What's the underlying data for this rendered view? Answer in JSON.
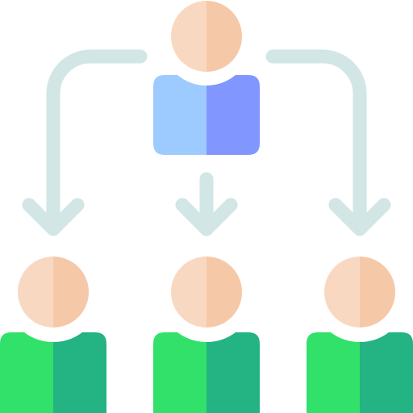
{
  "icon": {
    "name": "hierarchy-delegation-icon",
    "colors": {
      "skin_light": "#f9d8c2",
      "skin_shade": "#f5c8a8",
      "leader_body_light": "#9dcbff",
      "leader_body_shade": "#8296ff",
      "member_body_light": "#31e16a",
      "member_body_shade": "#24b383",
      "connector": "#d1e6e5"
    },
    "parts": [
      {
        "name": "leader-person-icon",
        "role": "top node"
      },
      {
        "name": "connector-arrows-icon",
        "role": "flow lines"
      },
      {
        "name": "team-member-left-icon",
        "role": "child node"
      },
      {
        "name": "team-member-center-icon",
        "role": "child node"
      },
      {
        "name": "team-member-right-icon",
        "role": "child node"
      }
    ]
  }
}
